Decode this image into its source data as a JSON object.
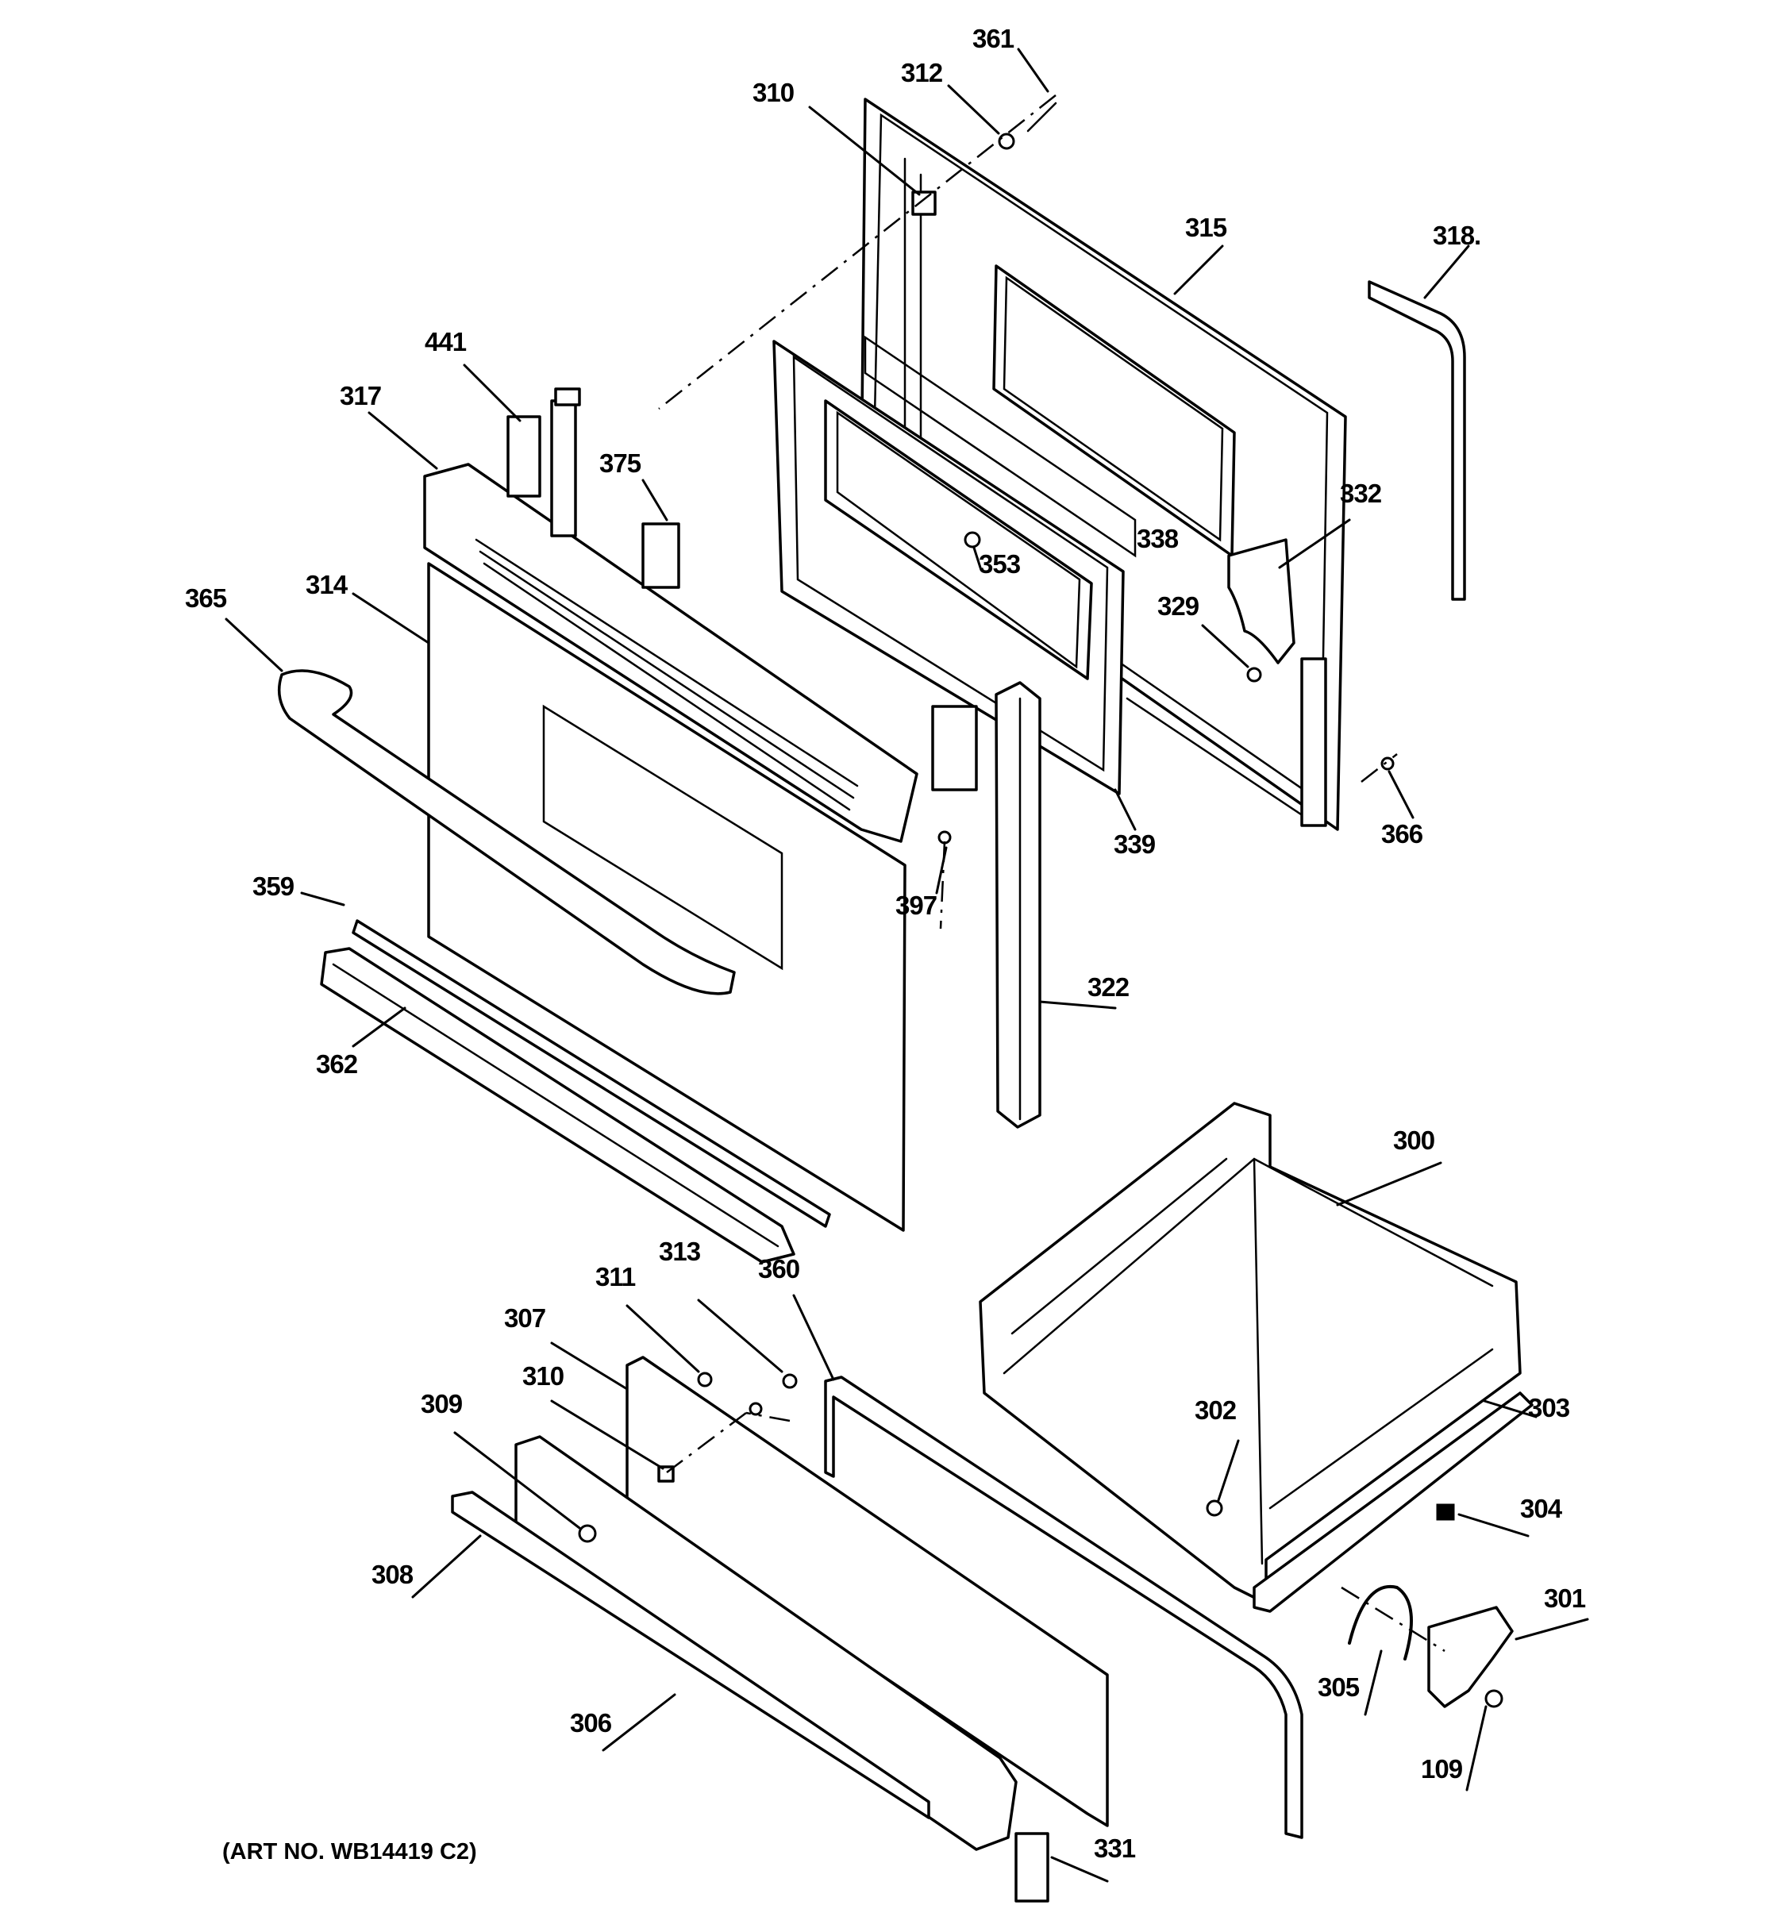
{
  "diagram": {
    "art_number": "(ART NO. WB14419 C2)",
    "callouts": [
      "361",
      "312",
      "310",
      "315",
      "318.",
      "441",
      "317",
      "375",
      "338",
      "332",
      "353",
      "329",
      "365",
      "314",
      "339",
      "366",
      "397",
      "359",
      "322",
      "362",
      "300",
      "313",
      "360",
      "311",
      "307",
      "310",
      "309",
      "302",
      "303",
      "304",
      "308",
      "301",
      "305",
      "306",
      "109",
      "331"
    ]
  }
}
